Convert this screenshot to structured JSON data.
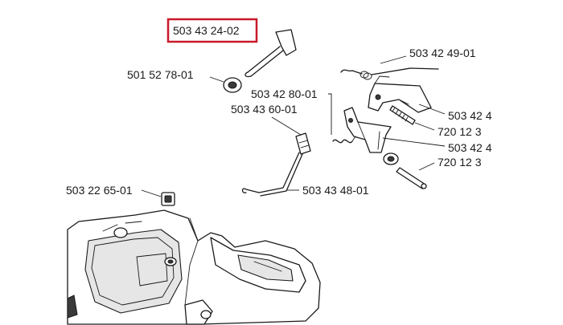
{
  "labels": {
    "highlighted": "503 43 24-02",
    "p_501_52_78": "501 52 78-01",
    "p_503_42_49": "503 42 49-01",
    "p_503_42_80": "503 42 80-01",
    "p_503_43_60": "503 43 60-01",
    "p_503_42_4a": "503 42 4",
    "p_720_12_3a": "720 12 3",
    "p_503_42_4b": "503 42 4",
    "p_720_12_3b": "720 12 3",
    "p_503_22_65": "503 22 65-01",
    "p_503_43_48": "503 43 48-01"
  },
  "colors": {
    "highlight": "#c8192a",
    "ink": "#1a1a1a"
  }
}
